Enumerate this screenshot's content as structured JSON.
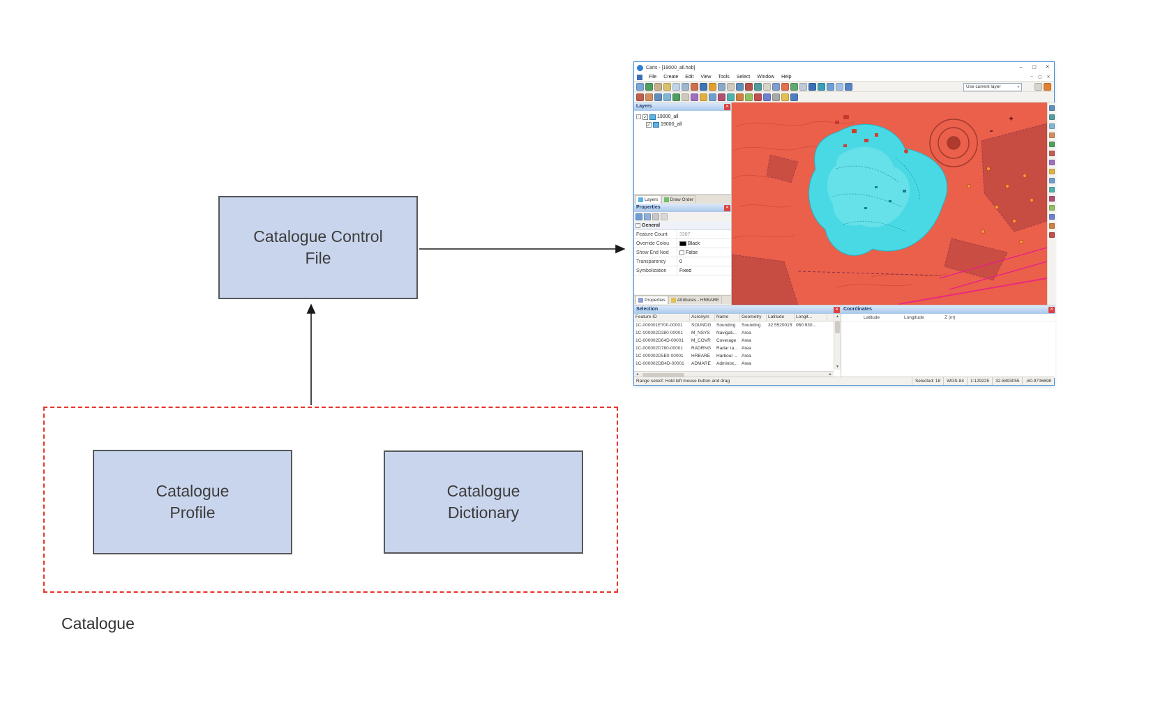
{
  "diagram": {
    "control_file_lines": [
      "Catalogue Control",
      "File"
    ],
    "profile_lines": [
      "Catalogue",
      "Profile"
    ],
    "dictionary_lines": [
      "Catalogue",
      "Dictionary"
    ],
    "group_label": "Catalogue",
    "box_fill": "#c9d5ec",
    "dashed_color": "#e8332a"
  },
  "caris": {
    "title": "Caris - [19000_all.hob]",
    "icons": {
      "minimize": "–",
      "maximize": "▢",
      "close": "✕",
      "check": "✓",
      "expander": "-",
      "dropdown": "▾",
      "up": "▲",
      "down": "▼",
      "left": "◄",
      "right": "►"
    },
    "menus": [
      "File",
      "Create",
      "Edit",
      "View",
      "Tools",
      "Select",
      "Window",
      "Help"
    ],
    "layer_combo": "Use current layer",
    "toolbar1": [
      "#7aa7d9",
      "#4f9e5f",
      "#c8b08a",
      "#d9c06a",
      "#bfd4ea",
      "#9fb6cf",
      "#cf6f4f",
      "#3f77b5",
      "#e0a030",
      "#8aa8c8",
      "#cfcac0",
      "#5f8fbf",
      "#b5524a",
      "#4f9e9e",
      "#d9d4ca",
      "#7f9fd0",
      "#e07050",
      "#5fa86f",
      "#c0c8d8",
      "#3a6fb5",
      "#3a9fb5",
      "#6f9fd5",
      "#9fbfe5",
      "#5585c5"
    ],
    "toolbar1b": [
      "#d8d4cc",
      "#e08030"
    ],
    "toolbar2": [
      "#bf5f4f",
      "#d08f5f",
      "#5f8fbf",
      "#7fb5d5",
      "#4f9e5f",
      "#cfc8bc",
      "#9f6fc0",
      "#e0b040",
      "#6f9fd0",
      "#b05070",
      "#50b0b0",
      "#d08040",
      "#90c060",
      "#c0504f",
      "#7080d0",
      "#a8a8a8",
      "#e0c050",
      "#4f7fc0"
    ],
    "prop_toolbar": [
      "#6f9fd8",
      "#8fb0d8",
      "#c8c8c8",
      "#d8d8d8"
    ],
    "right_strip": [
      "#5f8fbf",
      "#4f9e9e",
      "#7fb5d5",
      "#d08f5f",
      "#4f9e5f",
      "#bf5f4f",
      "#9f6fc0",
      "#e0b040",
      "#6f9fd0",
      "#50b0b0",
      "#b05070",
      "#90c060",
      "#7080d0",
      "#d08040",
      "#c0504f"
    ],
    "layers_panel": {
      "title": "Layers",
      "tree": [
        "19000_all",
        "19000_all"
      ],
      "tabs": [
        "Layers",
        "Draw Order"
      ]
    },
    "properties_panel": {
      "title": "Properties",
      "section": "General",
      "rows": [
        {
          "label": "Feature Count",
          "value": "3387"
        },
        {
          "label": "Override Colou",
          "value": "Black"
        },
        {
          "label": "Show End Nod",
          "value": "False"
        },
        {
          "label": "Transparency",
          "value": "0"
        },
        {
          "label": "Symbolization",
          "value": "Fixed"
        }
      ],
      "tabs": [
        "Properties",
        "Attributes - HRBARE"
      ]
    },
    "selection": {
      "title": "Selection",
      "columns": [
        "Feature ID",
        "Acronym",
        "Name",
        "Geometry",
        "Latitude",
        "Longit..."
      ],
      "rows": [
        [
          "1C-000001E700-00001",
          "SOUNDG",
          "Sounding",
          "Sounding",
          "32.5520015",
          "060.930..."
        ],
        [
          "1C-000002D380-00001",
          "M_NSYS",
          "Navigati...",
          "Area",
          "",
          ""
        ],
        [
          "1C-000002D64D-00001",
          "M_COVR",
          "Coverage",
          "Area",
          "",
          ""
        ],
        [
          "1C-000002D780-00001",
          "RADRNG",
          "Radar ra...",
          "Area",
          "",
          ""
        ],
        [
          "1C-000002D5B0-00001",
          "HRBARE",
          "Harbour ...",
          "Area",
          "",
          ""
        ],
        [
          "1C-000002DB4D-00001",
          "ADMARE",
          "Administ...",
          "Area",
          "",
          ""
        ]
      ]
    },
    "coordinates": {
      "title": "Coordinates",
      "columns": [
        "Latitude",
        "Longitude",
        "Z (m)"
      ]
    },
    "status": {
      "hint": "Range select: Hold left mouse button and drag",
      "selected": "Selected: 18",
      "datum": "WGS-84",
      "scale": "1:129225",
      "lat": "32.5893055",
      "lon": "-60.9706698"
    }
  }
}
